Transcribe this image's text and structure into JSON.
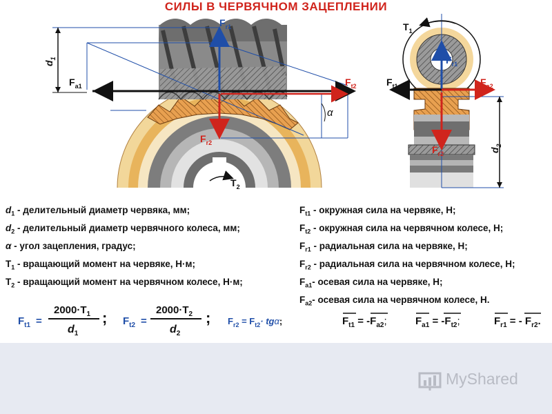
{
  "title": "СИЛЫ В ЧЕРВЯЧНОМ ЗАЦЕПЛЕНИИ",
  "diagram_labels": {
    "d1": "d",
    "d1_sub": "1",
    "d2": "d",
    "d2_sub": "2",
    "Fr1": "F",
    "Fr1_sub": "r1",
    "Fa1": "F",
    "Fa1_sub": "a1",
    "Ft2": "F",
    "Ft2_sub": "t2",
    "Fr2": "F",
    "Fr2_sub": "r2",
    "Ft1": "F",
    "Ft1_sub": "t1",
    "Fa2": "F",
    "Fa2_sub": "a2",
    "T1": "T",
    "T1_sub": "1",
    "T2": "T",
    "T2_sub": "2",
    "alpha": "α"
  },
  "legend_left": [
    {
      "sym": "d",
      "sub": "1",
      "italic": true,
      "text": " - делительный диаметр червяка, мм;"
    },
    {
      "sym": "d",
      "sub": "2",
      "italic": true,
      "text": " - делительный диаметр червячного колеса, мм;"
    },
    {
      "sym": "α",
      "sub": "",
      "italic": true,
      "text": "  - угол зацепления, градус;"
    },
    {
      "sym": "T",
      "sub": "1",
      "italic": false,
      "text": " - вращающий момент на червяке, Н·м;"
    },
    {
      "sym": "T",
      "sub": "2",
      "italic": false,
      "text": " - вращающий момент на червячном колесе, Н·м;"
    }
  ],
  "legend_right": [
    {
      "sym": "F",
      "sub": "t1",
      "text": " - окружная сила на червяке, Н;"
    },
    {
      "sym": "F",
      "sub": "t2",
      "text": " - окружная сила на червячном колесе, Н;"
    },
    {
      "sym": "F",
      "sub": "r1",
      "text": " - радиальная сила на червяке, Н;"
    },
    {
      "sym": "F",
      "sub": "r2",
      "text": " - радиальная сила на червячном колесе, Н;"
    },
    {
      "sym": "F",
      "sub": "a1",
      "text": "- осевая сила на червяке, Н;"
    },
    {
      "sym": "F",
      "sub": "a2",
      "text": "- осевая сила на червячном колесе, Н."
    }
  ],
  "formulas": {
    "f1_lhs": "F",
    "f1_lhs_sub": "t1",
    "f1_num": "2000·T",
    "f1_num_sub": "1",
    "f1_den": "d",
    "f1_den_sub": "1",
    "f2_lhs": "F",
    "f2_lhs_sub": "t2",
    "f2_num": "2000·T",
    "f2_num_sub": "2",
    "f2_den": "d",
    "f2_den_sub": "2",
    "semicolon": ";",
    "f3_lhs": "F",
    "f3_lhs_sub": "r2",
    "f3_eq": " = ",
    "f3_a": "F",
    "f3_a_sub": "t2",
    "f3_b": "· tg",
    "f3_alpha": "α",
    "f3_end": ";",
    "f4_a": "F",
    "f4_a_sub": "t1",
    "f4_mid": " = -",
    "f4_b": "F",
    "f4_b_sub": "a2",
    "f4_end": ";",
    "f5_a": "F",
    "f5_a_sub": "a1",
    "f5_mid": " = -",
    "f5_b": "F",
    "f5_b_sub": "t2",
    "f5_end": ";",
    "f6_a": "F",
    "f6_a_sub": "r1",
    "f6_mid": " = - ",
    "f6_b": "F",
    "f6_b_sub": "r2",
    "f6_end": "."
  },
  "watermark": "MyShared",
  "colors": {
    "title": "#d0241c",
    "force_red": "#d0241c",
    "axis_blue": "#1f4ea8",
    "gear_orange": "#e09a40",
    "worm_gray": "#8c8c8c",
    "footer": "#e7eaf2"
  }
}
